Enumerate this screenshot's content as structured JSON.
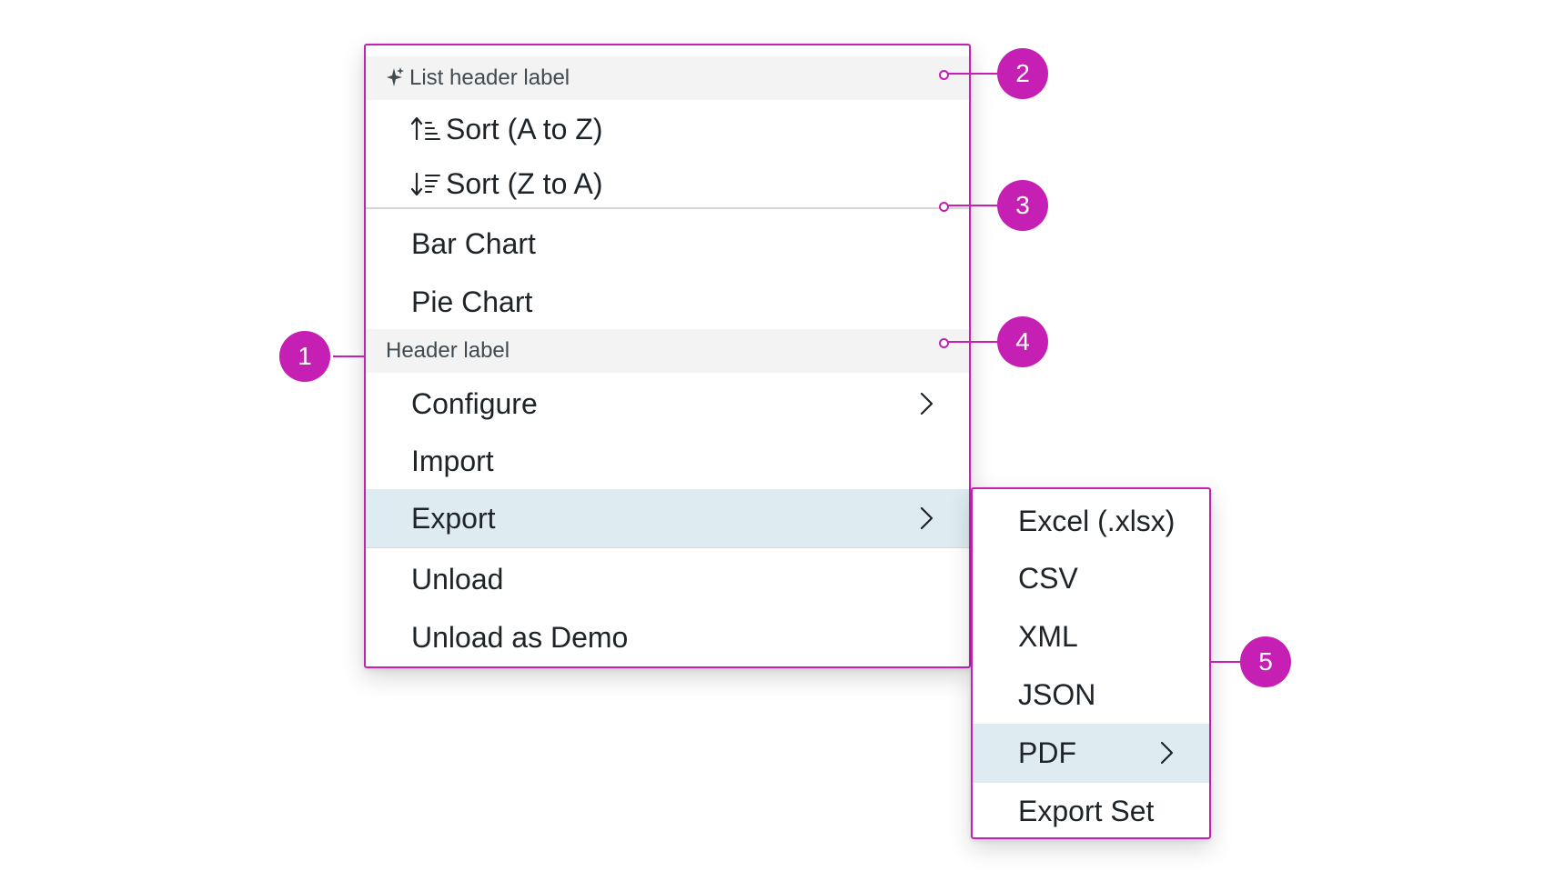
{
  "main_menu": {
    "list_header": {
      "label": "List header label",
      "icon": "sparkle-icon"
    },
    "sort_items": [
      {
        "label": "Sort (A to Z)",
        "icon": "sort-ascending-icon"
      },
      {
        "label": "Sort (Z to A)",
        "icon": "sort-descending-icon"
      }
    ],
    "chart_items": [
      {
        "label": "Bar Chart"
      },
      {
        "label": "Pie Chart"
      }
    ],
    "section_header": {
      "label": "Header label"
    },
    "actions": [
      {
        "label": "Configure",
        "has_submenu": true
      },
      {
        "label": "Import"
      },
      {
        "label": "Export",
        "has_submenu": true,
        "selected": true
      }
    ],
    "unload_items": [
      {
        "label": "Unload"
      },
      {
        "label": "Unload as Demo"
      }
    ]
  },
  "submenu": {
    "items": [
      {
        "label": "Excel (.xlsx)"
      },
      {
        "label": "CSV"
      },
      {
        "label": "XML"
      },
      {
        "label": "JSON"
      },
      {
        "label": "PDF",
        "has_submenu": true,
        "selected": true
      },
      {
        "label": "Export Set"
      }
    ]
  },
  "callouts": [
    "1",
    "2",
    "3",
    "4",
    "5"
  ],
  "colors": {
    "annotation": "#c51fb4",
    "selected_bg": "#deecf1",
    "header_bg": "#f3f3f3",
    "text": "#1d2327"
  }
}
